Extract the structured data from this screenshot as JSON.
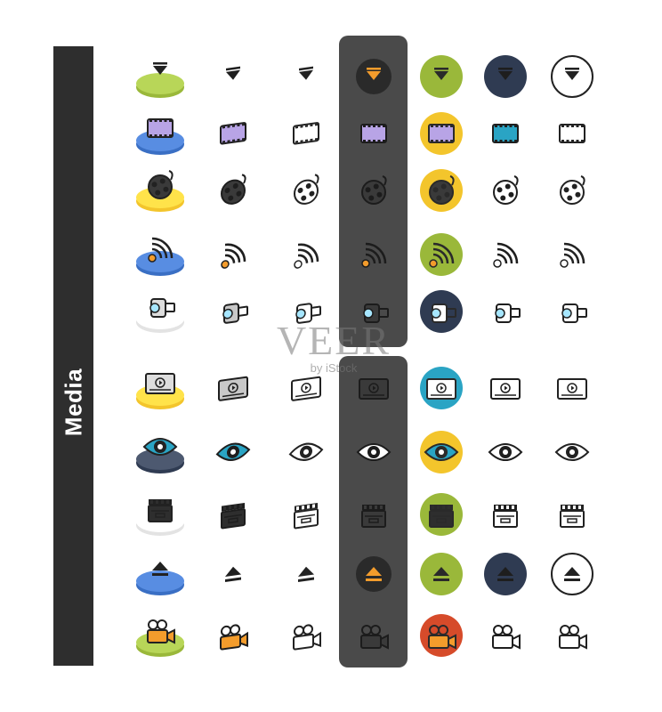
{
  "sidebar": {
    "label": "Media"
  },
  "watermark": {
    "main": "VEER",
    "sub": "by iStock"
  },
  "styles": [
    "isometric-color",
    "isometric-outline-color",
    "isometric-outline",
    "flat-dark-panel",
    "flat-circle",
    "color-outline",
    "outline"
  ],
  "rows": [
    {
      "icon": "download-arrow-icon"
    },
    {
      "icon": "film-frame-icon"
    },
    {
      "icon": "film-reel-icon"
    },
    {
      "icon": "signal-broadcast-icon"
    },
    {
      "icon": "video-camera-icon"
    },
    {
      "icon": "video-player-icon"
    },
    {
      "icon": "eye-icon"
    },
    {
      "icon": "clapperboard-icon"
    },
    {
      "icon": "eject-icon"
    },
    {
      "icon": "movie-camera-icon"
    }
  ],
  "colors": {
    "sidebar": "#2e2e2e",
    "panel": "#4a4a4a",
    "green": "#9ab83a",
    "blue": "#3a6fc4",
    "yellow": "#f3c52c",
    "orange": "#f39c2c",
    "navy": "#2f3b52",
    "red": "#d64b2a",
    "teal": "#2aa4c4",
    "purple": "#b8a4e6"
  }
}
